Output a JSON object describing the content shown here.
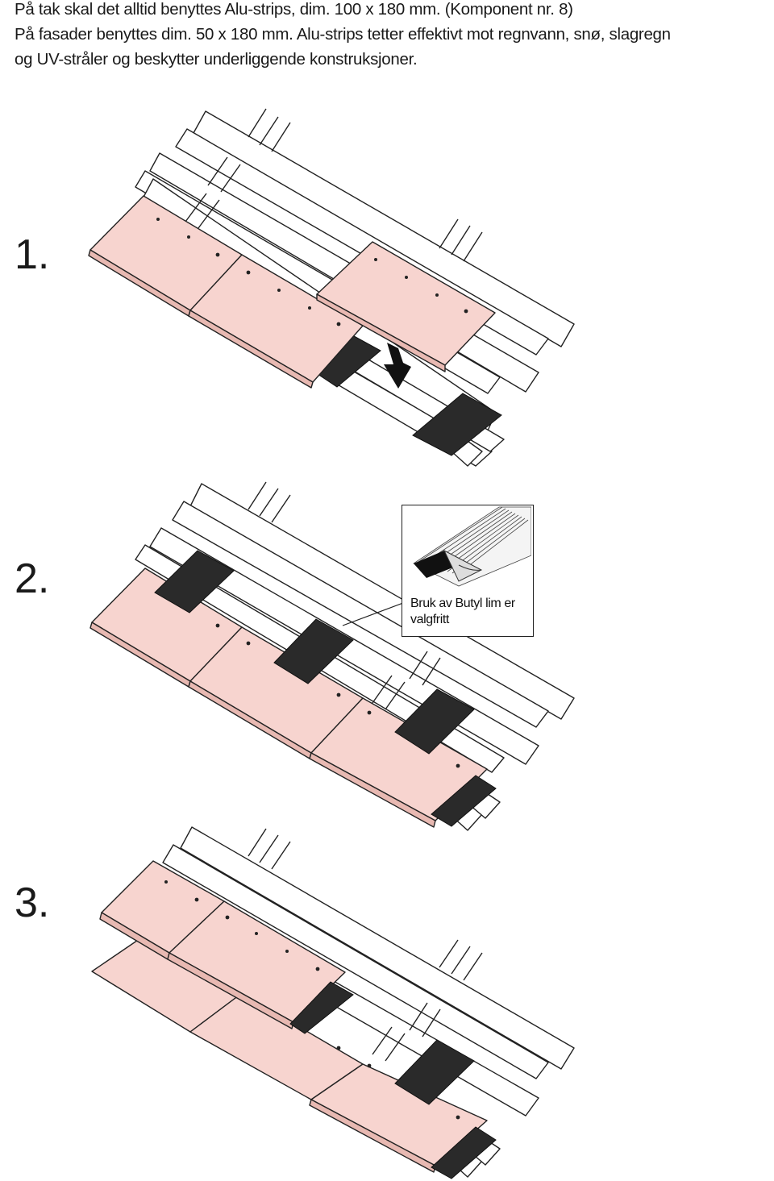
{
  "intro": {
    "line1": "På tak skal det alltid benyttes Alu-strips, dim. 100 x 180 mm. (Komponent nr. 8)",
    "line2": "På fasader benyttes dim. 50 x 180 mm. Alu-strips tetter effektivt mot regnvann, snø, slagregn",
    "line3": "og UV-stråler og beskytter underliggende konstruksjoner."
  },
  "steps": [
    {
      "number": "1."
    },
    {
      "number": "2."
    },
    {
      "number": "3."
    }
  ],
  "callout": {
    "caption": "Bruk av Butyl lim er valgfritt"
  },
  "colors": {
    "panel": "#f7d4cf",
    "strip": "#2a2a2a",
    "line": "#222222"
  }
}
